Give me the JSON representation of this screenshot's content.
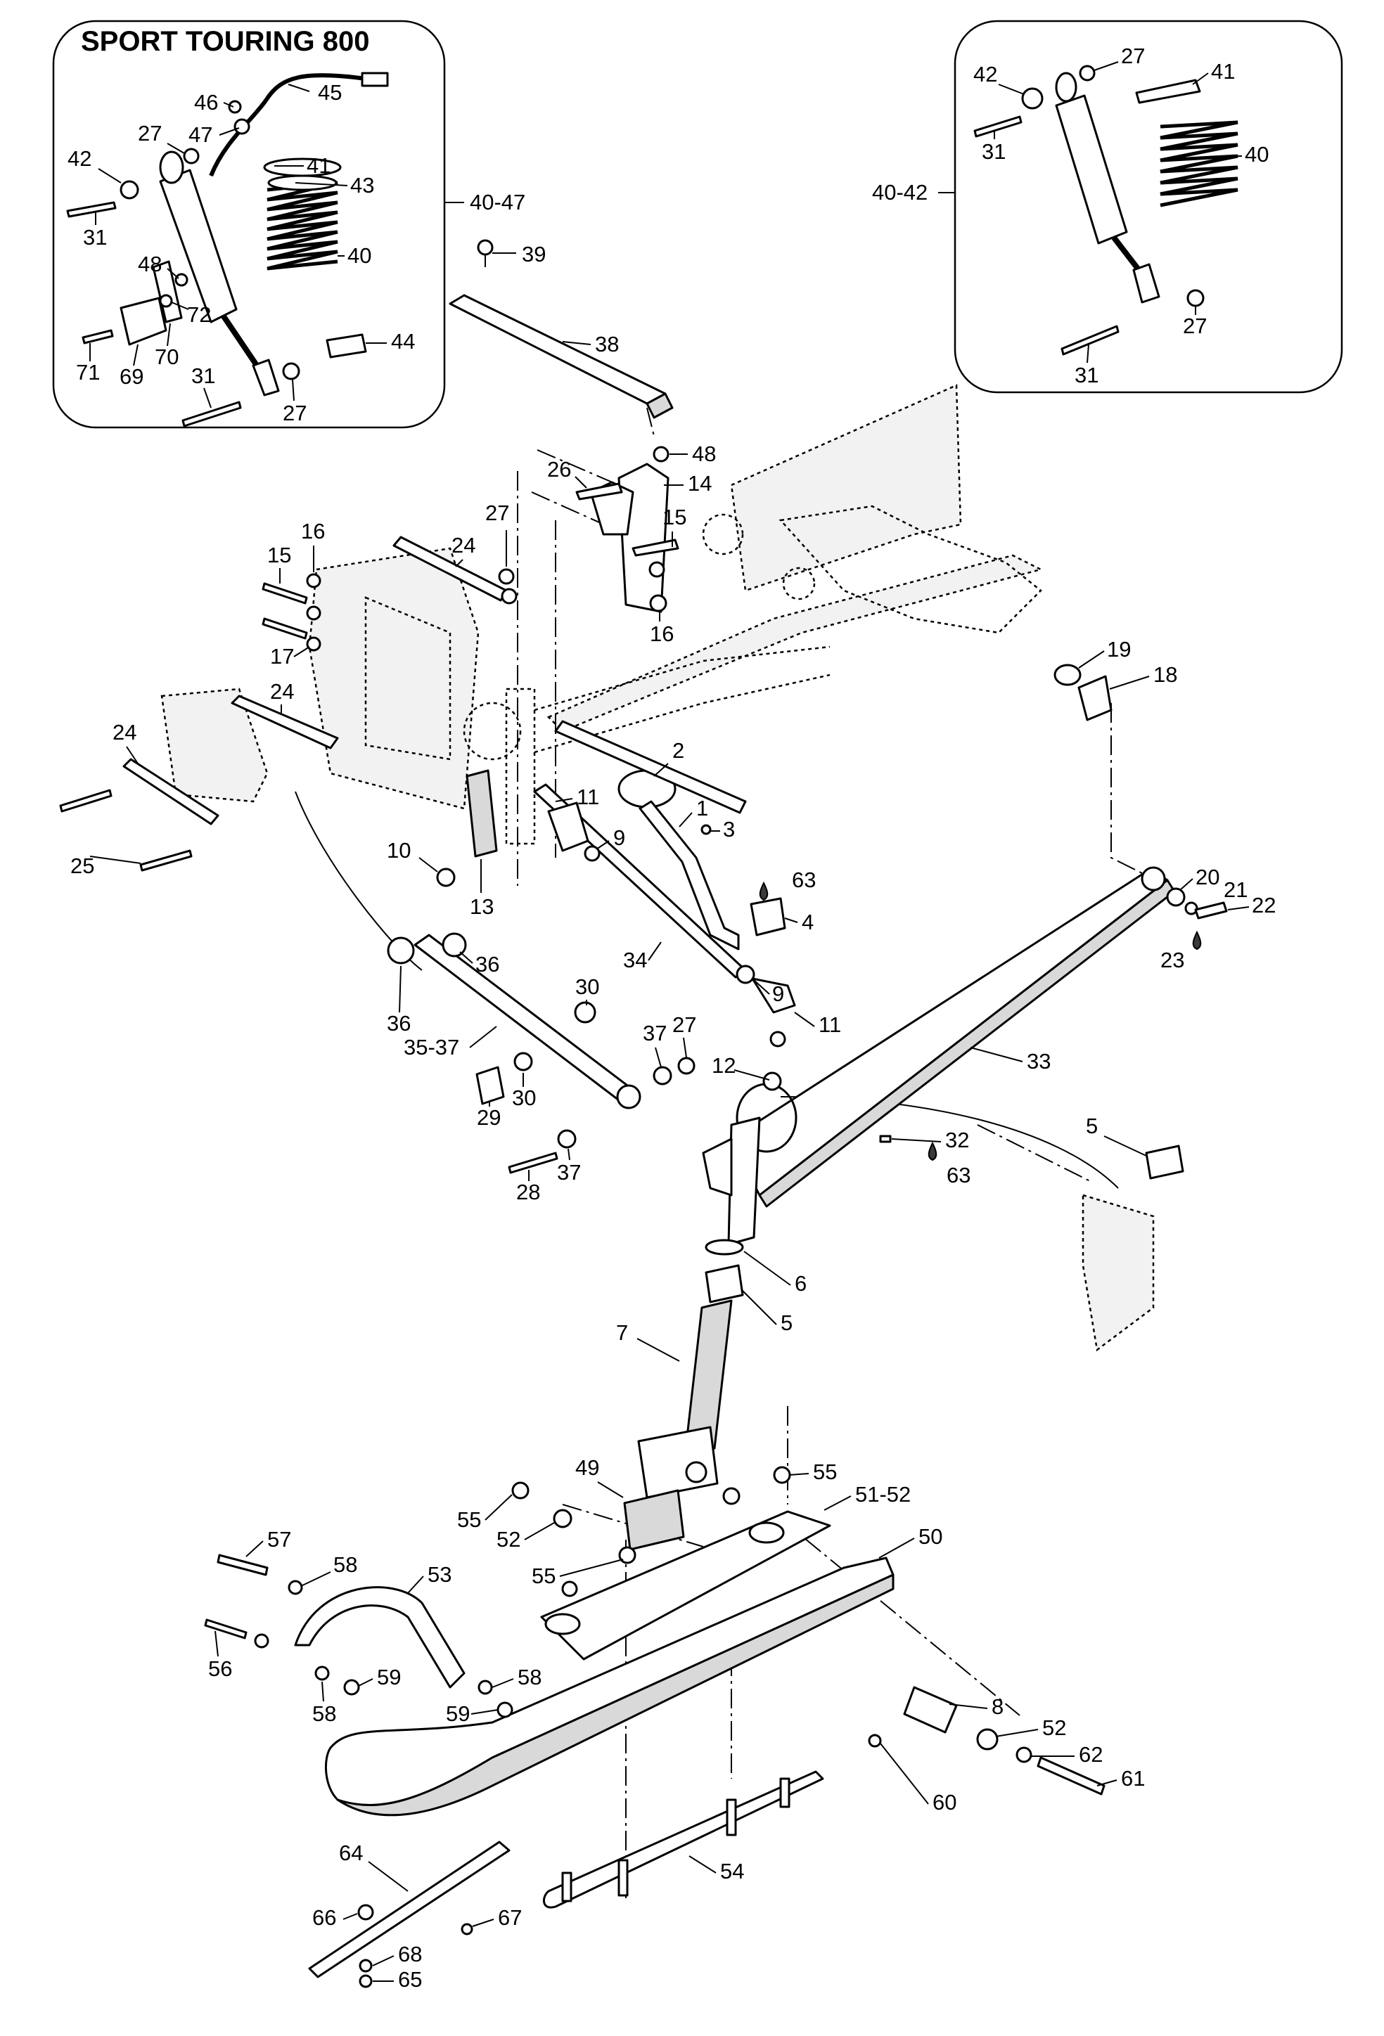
{
  "insets": {
    "left_title": "SPORT TOURING 800",
    "left_range": "40-47",
    "right_range": "40-42"
  },
  "callouts": {
    "c1": "1",
    "c2": "2",
    "c3": "3",
    "c4": "4",
    "c5a": "5",
    "c5b": "5",
    "c6": "6",
    "c7": "7",
    "c8": "8",
    "c9a": "9",
    "c9b": "9",
    "c10": "10",
    "c11a": "11",
    "c11b": "11",
    "c12": "12",
    "c13": "13",
    "c14": "14",
    "c15a": "15",
    "c15b": "15",
    "c16a": "16",
    "c16b": "16",
    "c17": "17",
    "c18": "18",
    "c19": "19",
    "c20": "20",
    "c21": "21",
    "c22": "22",
    "c23": "23",
    "c24a": "24",
    "c24b": "24",
    "c24c": "24",
    "c25": "25",
    "c26": "26",
    "c27a": "27",
    "c27b": "27",
    "c27c": "27",
    "c27d": "27",
    "c27e": "27",
    "c27f": "27",
    "c28": "28",
    "c29": "29",
    "c30a": "30",
    "c30b": "30",
    "c31a": "31",
    "c31b": "31",
    "c31c": "31",
    "c31d": "31",
    "c32": "32",
    "c33": "33",
    "c34": "34",
    "c3537": "35-37",
    "c36a": "36",
    "c36b": "36",
    "c37a": "37",
    "c37b": "37",
    "c38": "38",
    "c39": "39",
    "c40a": "40",
    "c40b": "40",
    "c41a": "41",
    "c41b": "41",
    "c42a": "42",
    "c42b": "42",
    "c43": "43",
    "c44": "44",
    "c45": "45",
    "c46": "46",
    "c47": "47",
    "c48a": "48",
    "c48b": "48",
    "c49": "49",
    "c50": "50",
    "c5152": "51-52",
    "c52a": "52",
    "c52b": "52",
    "c53": "53",
    "c54": "54",
    "c55a": "55",
    "c55b": "55",
    "c55c": "55",
    "c56": "56",
    "c57": "57",
    "c58a": "58",
    "c58b": "58",
    "c58c": "58",
    "c59a": "59",
    "c59b": "59",
    "c60": "60",
    "c61": "61",
    "c62": "62",
    "c63a": "63",
    "c63b": "63",
    "c64": "64",
    "c65": "65",
    "c66": "66",
    "c67": "67",
    "c68": "68",
    "c69": "69",
    "c70": "70",
    "c71": "71",
    "c72": "72"
  },
  "icons": {
    "lubricant": "oil-drop-icon"
  }
}
